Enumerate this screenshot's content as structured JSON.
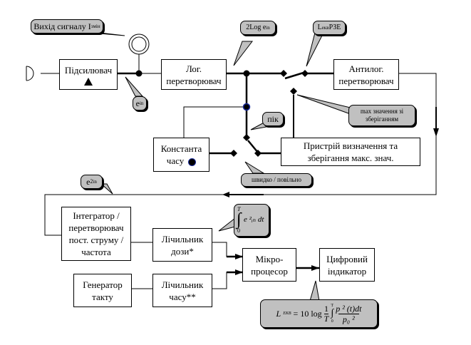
{
  "blocks": {
    "amplifier": "Підсилювач",
    "log_converter": [
      "Лог.",
      "перетворювач"
    ],
    "antilog_converter": [
      "Антилог.",
      "перетворювач"
    ],
    "time_constant": [
      "Константа",
      "часу"
    ],
    "max_device": [
      "Пристрій визначення та",
      "зберігання макс. знач."
    ],
    "integrator": [
      "Інтегратор /",
      "перетворювач",
      "пост. струму /",
      "частота"
    ],
    "dose_counter": [
      "Лічильник",
      "дози*"
    ],
    "microprocessor": [
      "Мікро-",
      "процесор"
    ],
    "digital_indicator": [
      "Цифровий",
      "індикатор"
    ],
    "clock_generator": [
      "Генератор",
      "такту"
    ],
    "time_counter": [
      "Лічильник",
      "часу**"
    ]
  },
  "callouts": {
    "signal_output": {
      "text": "Вихід  сигналу I",
      "sub": "змін"
    },
    "e_in": {
      "text": "e",
      "sub": "in"
    },
    "two_log": {
      "text": "2Log e",
      "sub": "in"
    },
    "l_level": {
      "text": "L",
      "sub": "екв",
      "suffix": " РЗЕ"
    },
    "max_value": [
      "max значення зі",
      "зберіганням"
    ],
    "peak": "пік",
    "fast_slow": "швидко / повільно",
    "e_in_squared": {
      "text": "e",
      "sup": "2",
      "sub": "in"
    },
    "integral": {
      "upper": "T",
      "lower": "0",
      "body": "e ²ᵢₙ dt"
    },
    "leq_formula": {
      "lhs": "L",
      "lhs_sub": "ЕКВ",
      "rhs": "= 10 log ",
      "frac1_num": "1",
      "frac1_den": "T",
      "int_upper": "T",
      "int_lower": "0",
      "frac2_num": "p ² (t)dt",
      "frac2_den": "p₀ ²"
    }
  },
  "icons": {
    "microphone": "microphone-icon",
    "output_jack": "output-jack-icon",
    "amplifier_symbol": "triangle-icon"
  }
}
